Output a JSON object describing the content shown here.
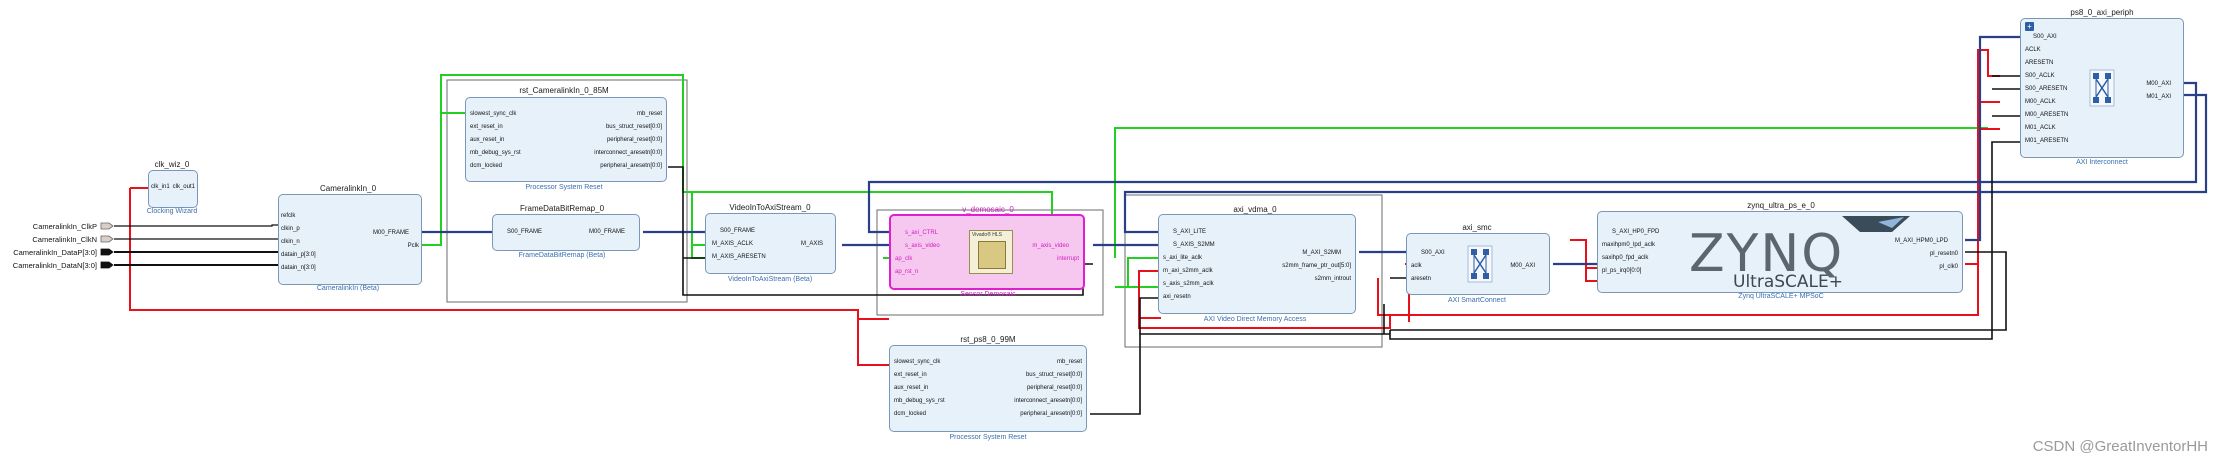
{
  "external_ports": [
    "CameralinkIn_ClkP",
    "CameralinkIn_ClkN",
    "CameralinkIn_DataP[3:0]",
    "CameralinkIn_DataN[3:0]"
  ],
  "blocks": {
    "clk_wiz": {
      "name": "clk_wiz_0",
      "subtitle": "Clocking Wizard",
      "ports_left": [
        "clk_in1"
      ],
      "ports_right": [
        "clk_out1"
      ]
    },
    "cameralink": {
      "name": "CameralinkIn_0",
      "subtitle": "CameralinkIn (Beta)",
      "ports_left": [
        "refclk",
        "clkin_p",
        "clkin_n",
        "datain_p[3:0]",
        "datain_n[3:0]"
      ],
      "ports_right": [
        "M00_FRAME",
        "Pclk"
      ]
    },
    "rst_camera": {
      "name": "rst_CameralinkIn_0_85M",
      "subtitle": "Processor System Reset",
      "ports_left": [
        "slowest_sync_clk",
        "ext_reset_in",
        "aux_reset_in",
        "mb_debug_sys_rst",
        "dcm_locked"
      ],
      "ports_right": [
        "mb_reset",
        "bus_struct_reset[0:0]",
        "peripheral_reset[0:0]",
        "interconnect_aresetn[0:0]",
        "peripheral_aresetn[0:0]"
      ]
    },
    "frame_remap": {
      "name": "FrameDataBitRemap_0",
      "subtitle": "FrameDataBitRemap (Beta)",
      "ports_left": [
        "S00_FRAME"
      ],
      "ports_right": [
        "M00_FRAME"
      ]
    },
    "video_axis": {
      "name": "VideoInToAxiStream_0",
      "subtitle": "VideoInToAxiStream (Beta)",
      "ports_left": [
        "S00_FRAME",
        "M_AXIS_ACLK",
        "M_AXIS_ARESETN"
      ],
      "ports_right": [
        "M_AXIS"
      ]
    },
    "demosaic": {
      "name": "v_demosaic_0",
      "subtitle": "Sensor Demosaic",
      "logo_text": "Vivado® HLS",
      "ports_left": [
        "s_axi_CTRL",
        "s_axis_video",
        "ap_clk",
        "ap_rst_n"
      ],
      "ports_right": [
        "m_axis_video",
        "interrupt"
      ]
    },
    "vdma": {
      "name": "axi_vdma_0",
      "subtitle": "AXI Video Direct Memory Access",
      "ports_left": [
        "S_AXI_LITE",
        "S_AXIS_S2MM",
        "s_axi_lite_aclk",
        "m_axi_s2mm_aclk",
        "s_axis_s2mm_aclk",
        "axi_resetn"
      ],
      "ports_right": [
        "M_AXI_S2MM",
        "s2mm_frame_ptr_out[5:0]",
        "s2mm_introut"
      ]
    },
    "smc": {
      "name": "axi_smc",
      "subtitle": "AXI SmartConnect",
      "ports_left": [
        "S00_AXI",
        "aclk",
        "aresetn"
      ],
      "ports_right": [
        "M00_AXI"
      ]
    },
    "zynq": {
      "name": "zynq_ultra_ps_e_0",
      "subtitle": "Zynq UltraSCALE+ MPSoC",
      "logo_main": "ZYNQ",
      "logo_sub": "UltraSCALE+",
      "ports_left": [
        "S_AXI_HP0_FPD",
        "maxihpm0_lpd_aclk",
        "saxihp0_fpd_aclk",
        "pl_ps_irq0[0:0]"
      ],
      "ports_right": [
        "M_AXI_HPM0_LPD",
        "pl_resetn0",
        "pl_clk0"
      ]
    },
    "rst_ps8": {
      "name": "rst_ps8_0_99M",
      "subtitle": "Processor System Reset",
      "ports_left": [
        "slowest_sync_clk",
        "ext_reset_in",
        "aux_reset_in",
        "mb_debug_sys_rst",
        "dcm_locked"
      ],
      "ports_right": [
        "mb_reset",
        "bus_struct_reset[0:0]",
        "peripheral_reset[0:0]",
        "interconnect_aresetn[0:0]",
        "peripheral_aresetn[0:0]"
      ]
    },
    "periph": {
      "name": "ps8_0_axi_periph",
      "subtitle": "AXI Interconnect",
      "ports_left": [
        "S00_AXI",
        "ACLK",
        "ARESETN",
        "S00_ACLK",
        "S00_ARESETN",
        "M00_ACLK",
        "M00_ARESETN",
        "M01_ACLK",
        "M01_ARESETN"
      ],
      "ports_right": [
        "M00_AXI",
        "M01_AXI"
      ]
    }
  },
  "watermark": "CSDN @GreatInventorHH",
  "colors": {
    "block_fill": "#e7f1fa",
    "block_border": "#7a97b8",
    "selected_fill": "#f6c8f0",
    "selected_border": "#e020d0",
    "clock_net": "#e8101a",
    "cameralink_clock_net": "#22d022",
    "axi_interface": "#2a3f8a",
    "reset_net": "#101010",
    "subtitle_text": "#3a6fb0"
  }
}
